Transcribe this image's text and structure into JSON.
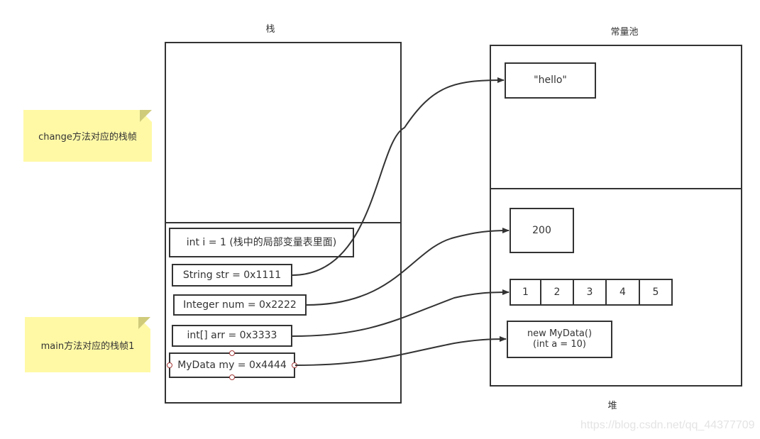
{
  "titles": {
    "stack": "栈",
    "constant_pool": "常量池",
    "heap": "堆"
  },
  "notes": {
    "change_frame": "change方法对应的栈帧",
    "main_frame": "main方法对应的栈帧1"
  },
  "stack_entries": {
    "int_i": "int i = 1  (栈中的局部变量表里面)",
    "string_str": "String str = 0x1111",
    "integer_num": "Integer num = 0x2222",
    "int_arr": "int[] arr = 0x3333",
    "mydata_my": "MyData my = 0x4444"
  },
  "constant_pool": {
    "hello": "\"hello\""
  },
  "heap": {
    "integer_value": "200",
    "array_values": [
      "1",
      "2",
      "3",
      "4",
      "5"
    ],
    "mydata_line1": "new MyData()",
    "mydata_line2": "(int a = 10)"
  },
  "references": [
    {
      "from": "String str = 0x1111",
      "to": "\"hello\""
    },
    {
      "from": "Integer num = 0x2222",
      "to": "200"
    },
    {
      "from": "int[] arr = 0x3333",
      "to": "array [1,2,3,4,5]"
    },
    {
      "from": "MyData my = 0x4444",
      "to": "new MyData()"
    }
  ],
  "watermark": "https://blog.csdn.net/qq_44377709",
  "colors": {
    "stroke": "#333333",
    "note_fill": "#fff9a6",
    "note_fold": "#cfcb7b",
    "handle": "#a33b3b"
  }
}
